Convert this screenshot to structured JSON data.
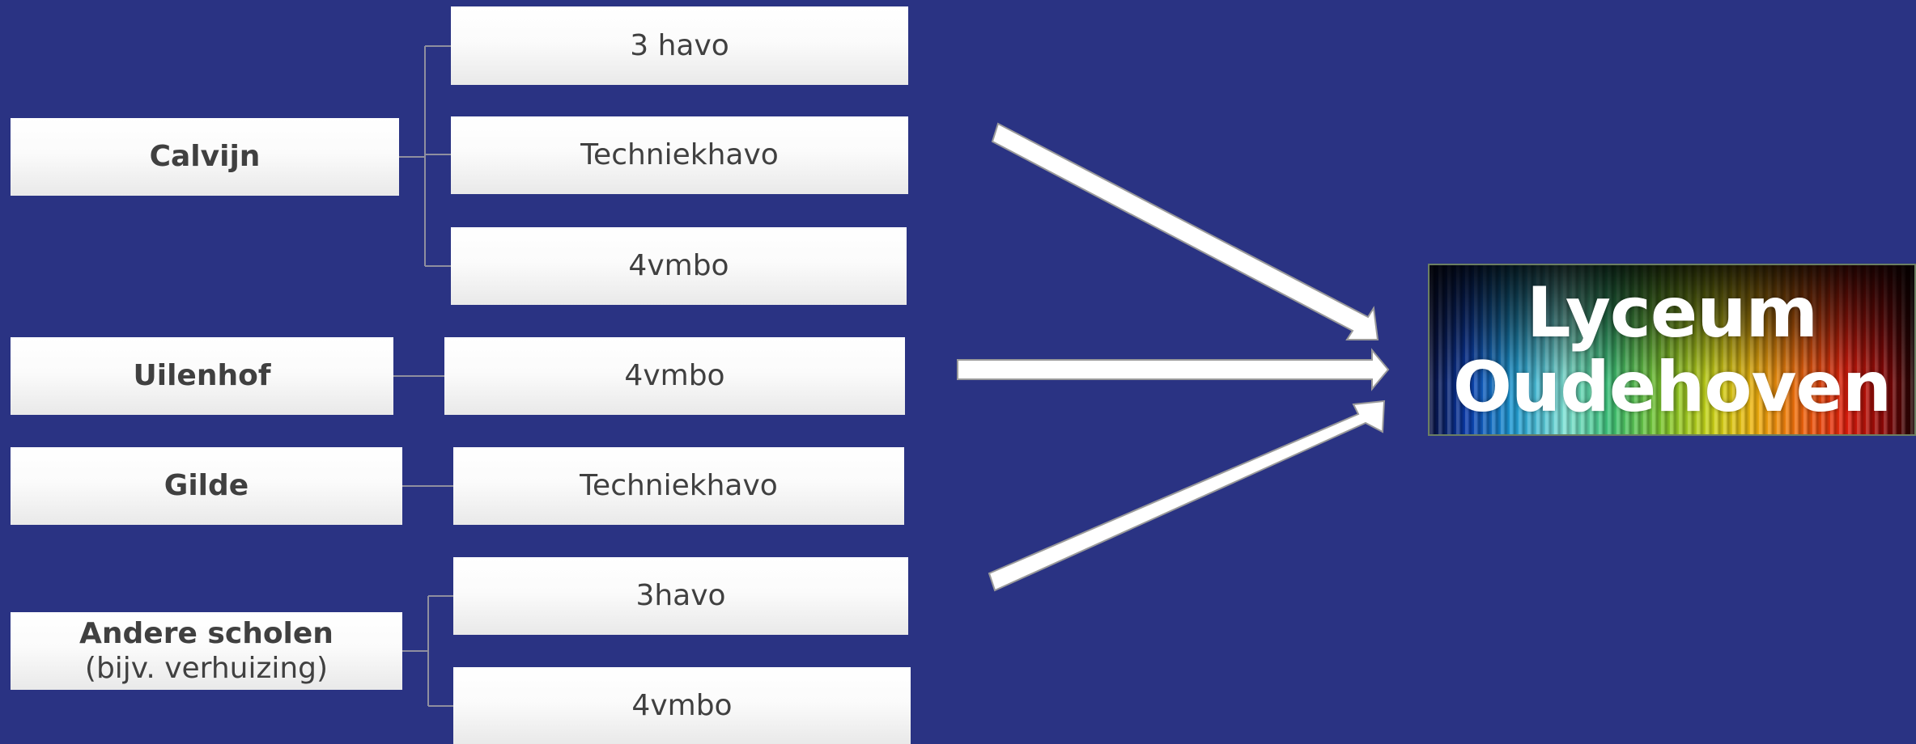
{
  "schools": [
    {
      "name": "Calvijn",
      "sub": ""
    },
    {
      "name": "Uilenhof",
      "sub": ""
    },
    {
      "name": "Gilde",
      "sub": ""
    },
    {
      "name": "Andere scholen",
      "sub": "(bijv. verhuizing)"
    }
  ],
  "programs": [
    "3 havo",
    "Techniekhavo",
    "4vmbo",
    "4vmbo",
    "Techniekhavo",
    "3havo",
    "4vmbo"
  ],
  "target": {
    "line1": "Lyceum",
    "line2": "Oudehoven"
  },
  "colors": {
    "background": "#2a3383",
    "box_text": "#404040",
    "connector": "#8a8a8a",
    "arrow_fill": "#ffffff"
  }
}
